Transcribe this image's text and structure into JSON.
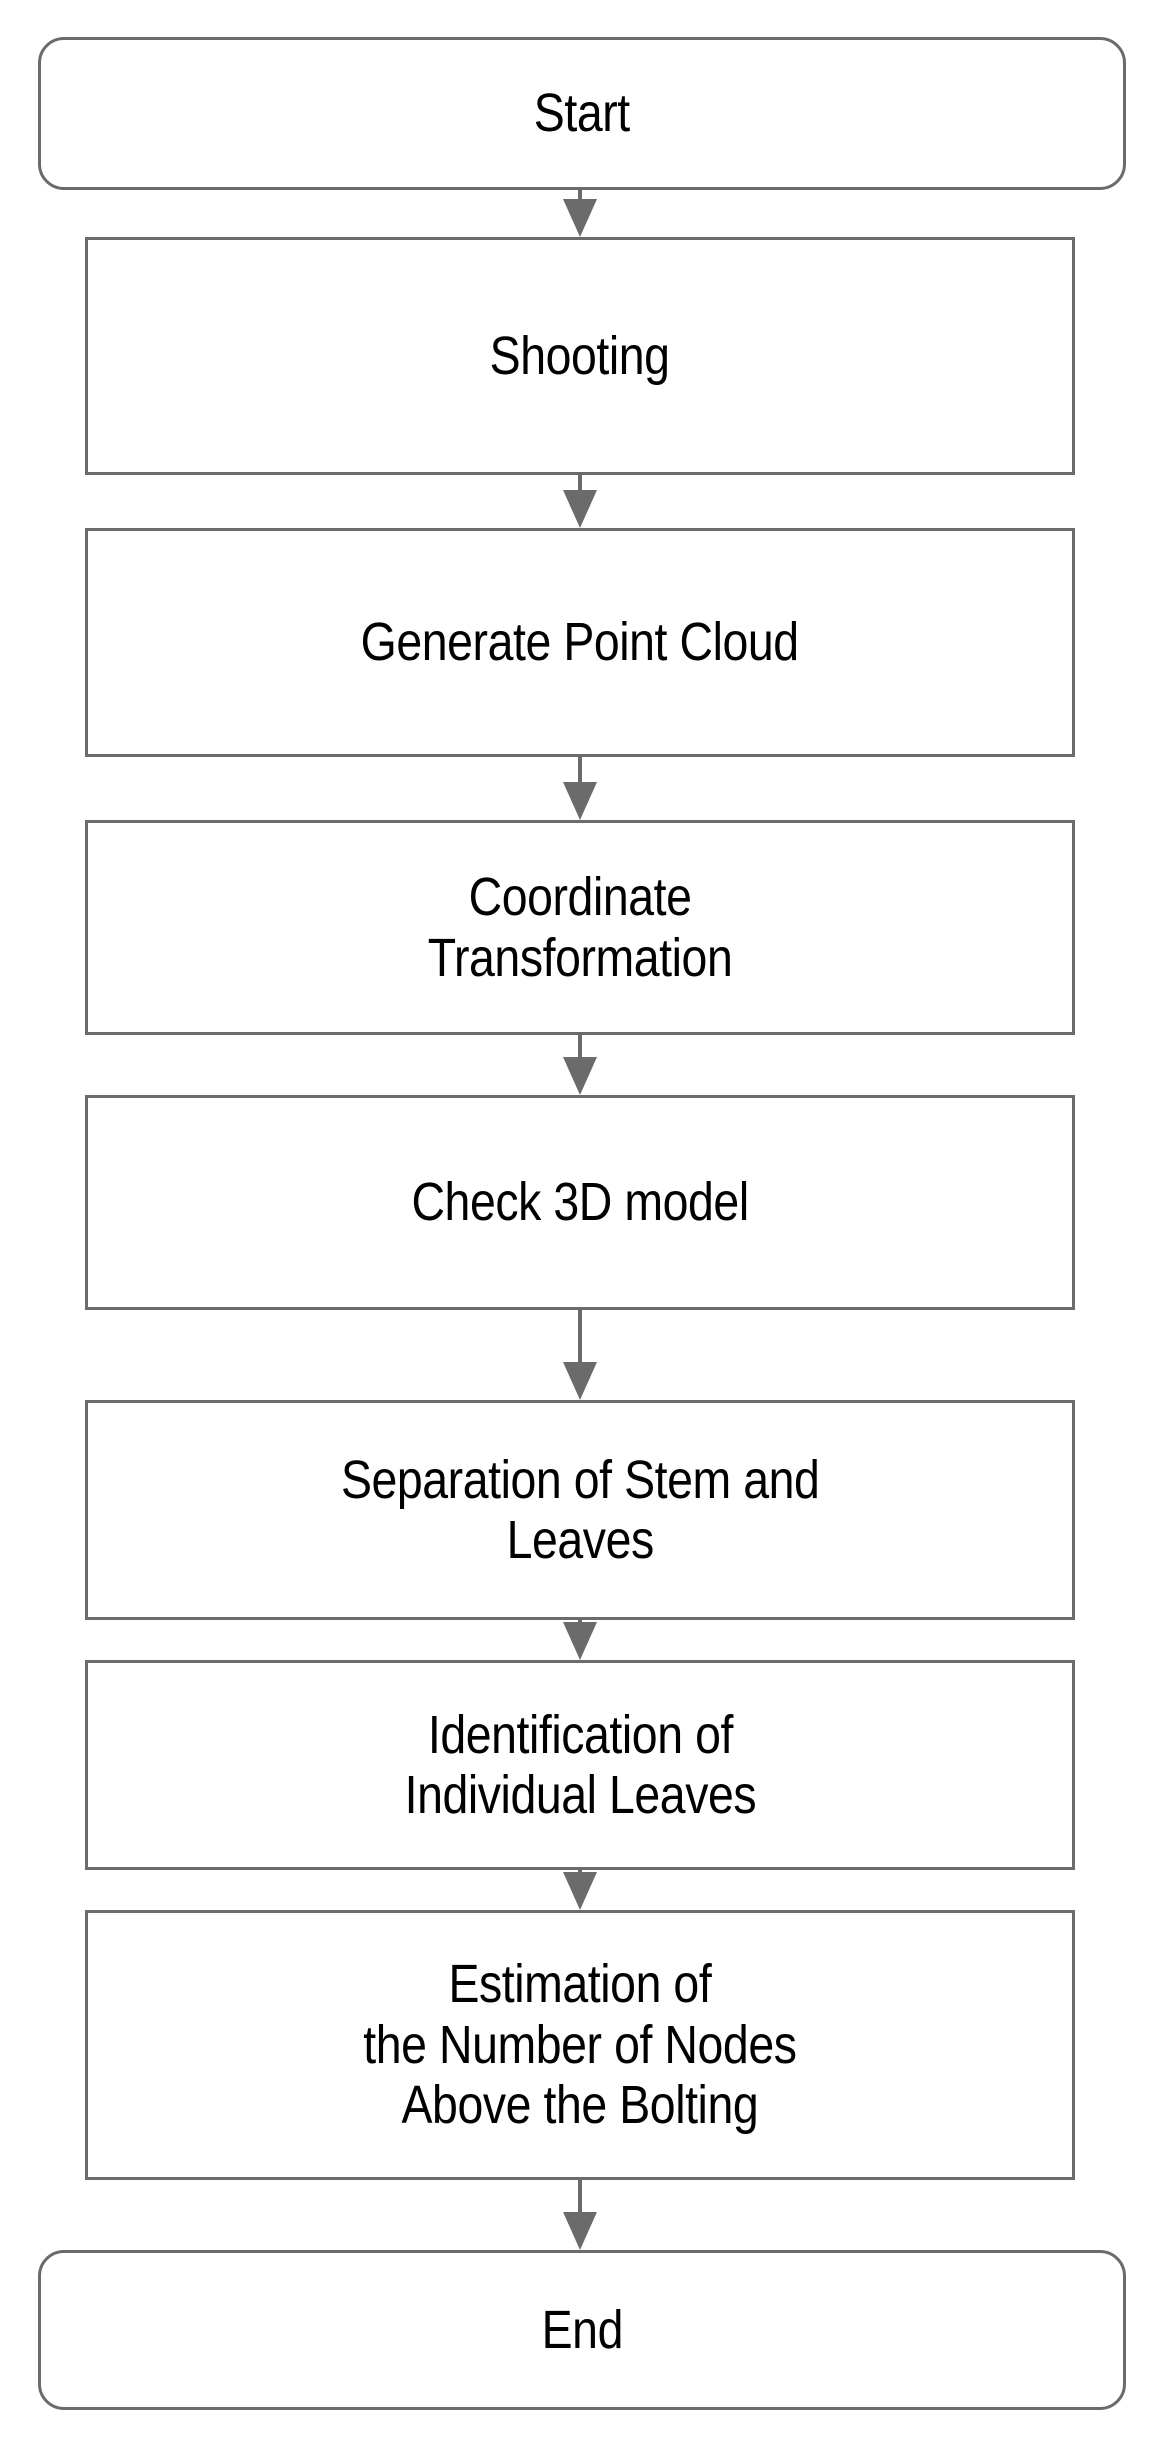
{
  "diagram": {
    "title": "Processing workflow flowchart",
    "orientation": "vertical",
    "colors": {
      "node_border": "#6b6b6b",
      "node_fill": "#ffffff",
      "text": "#000000",
      "arrow": "#6b6b6b"
    },
    "nodes": [
      {
        "id": "start",
        "shape": "terminator",
        "label": "Start"
      },
      {
        "id": "shooting",
        "shape": "process",
        "label": "Shooting"
      },
      {
        "id": "point-cloud",
        "shape": "process",
        "label": "Generate Point Cloud"
      },
      {
        "id": "coord-transform",
        "shape": "process",
        "label": "Coordinate\nTransformation"
      },
      {
        "id": "check-3d",
        "shape": "process",
        "label": "Check 3D model"
      },
      {
        "id": "separation",
        "shape": "process",
        "label": "Separation of Stem and\nLeaves"
      },
      {
        "id": "identification",
        "shape": "process",
        "label": "Identification of\nIndividual Leaves"
      },
      {
        "id": "estimation",
        "shape": "process",
        "label": "Estimation of\nthe Number of Nodes\nAbove the Bolting"
      },
      {
        "id": "end",
        "shape": "terminator",
        "label": "End"
      }
    ],
    "edges": [
      {
        "from": "start",
        "to": "shooting",
        "arrow": "down"
      },
      {
        "from": "shooting",
        "to": "point-cloud",
        "arrow": "down"
      },
      {
        "from": "point-cloud",
        "to": "coord-transform",
        "arrow": "down"
      },
      {
        "from": "coord-transform",
        "to": "check-3d",
        "arrow": "down"
      },
      {
        "from": "check-3d",
        "to": "separation",
        "arrow": "down"
      },
      {
        "from": "separation",
        "to": "identification",
        "arrow": "down"
      },
      {
        "from": "identification",
        "to": "estimation",
        "arrow": "down"
      },
      {
        "from": "estimation",
        "to": "end",
        "arrow": "down"
      }
    ]
  }
}
